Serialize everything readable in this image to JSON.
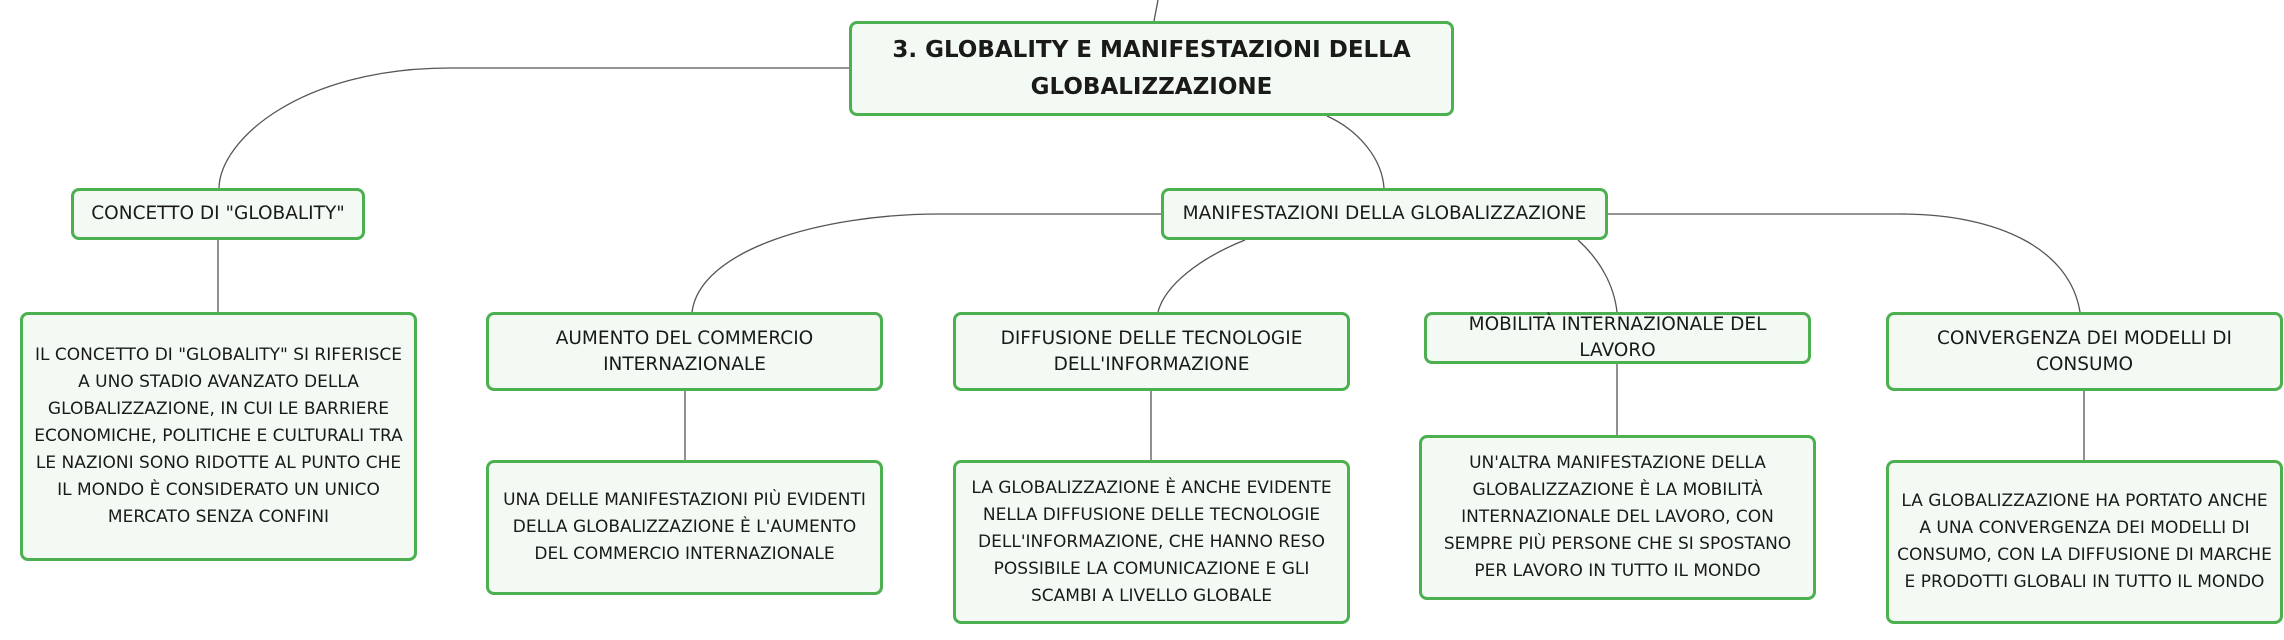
{
  "colors": {
    "border": "#4caf50",
    "fill": "#f3faf3",
    "link": "#555555",
    "text": "#1a1a1a"
  },
  "root": {
    "label": "3. GLOBALITY E MANIFESTAZIONI DELLA GLOBALIZZAZIONE"
  },
  "globality": {
    "label": "CONCETTO DI \"GLOBALITY\"",
    "detail": "IL CONCETTO DI \"GLOBALITY\" SI RIFERISCE A UNO STADIO AVANZATO DELLA GLOBALIZZAZIONE, IN CUI LE BARRIERE ECONOMICHE, POLITICHE E CULTURALI TRA LE NAZIONI SONO RIDOTTE AL PUNTO CHE IL MONDO È CONSIDERATO UN UNICO MERCATO SENZA CONFINI"
  },
  "manifestazioni": {
    "label": "MANIFESTAZIONI DELLA GLOBALIZZAZIONE",
    "items": [
      {
        "label": "AUMENTO DEL COMMERCIO INTERNAZIONALE",
        "detail": "UNA DELLE MANIFESTAZIONI PIÙ EVIDENTI DELLA GLOBALIZZAZIONE È L'AUMENTO DEL COMMERCIO INTERNAZIONALE"
      },
      {
        "label": "DIFFUSIONE DELLE TECNOLOGIE DELL'INFORMAZIONE",
        "detail": "LA GLOBALIZZAZIONE È ANCHE EVIDENTE NELLA DIFFUSIONE DELLE TECNOLOGIE DELL'INFORMAZIONE, CHE HANNO RESO POSSIBILE LA COMUNICAZIONE E GLI SCAMBI A LIVELLO GLOBALE"
      },
      {
        "label": "MOBILITÀ INTERNAZIONALE DEL LAVORO",
        "detail": "UN'ALTRA MANIFESTAZIONE DELLA GLOBALIZZAZIONE È LA MOBILITÀ INTERNAZIONALE DEL LAVORO, CON SEMPRE PIÙ PERSONE CHE SI SPOSTANO PER LAVORO IN TUTTO IL MONDO"
      },
      {
        "label": "CONVERGENZA DEI MODELLI DI CONSUMO",
        "detail": "LA GLOBALIZZAZIONE HA PORTATO ANCHE A UNA CONVERGENZA DEI MODELLI DI CONSUMO, CON LA DIFFUSIONE DI MARCHE E PRODOTTI GLOBALI IN TUTTO IL MONDO"
      }
    ]
  }
}
